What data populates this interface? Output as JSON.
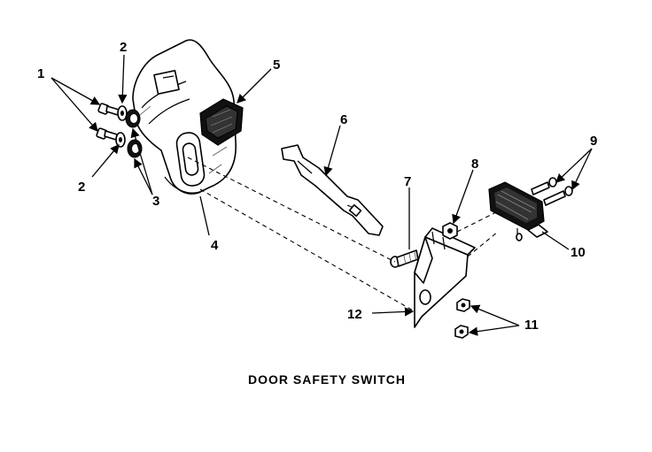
{
  "diagram": {
    "caption": "DOOR SAFETY SWITCH",
    "callouts": [
      "1",
      "2",
      "2",
      "3",
      "4",
      "5",
      "6",
      "7",
      "8",
      "9",
      "10",
      "11",
      "12"
    ]
  }
}
